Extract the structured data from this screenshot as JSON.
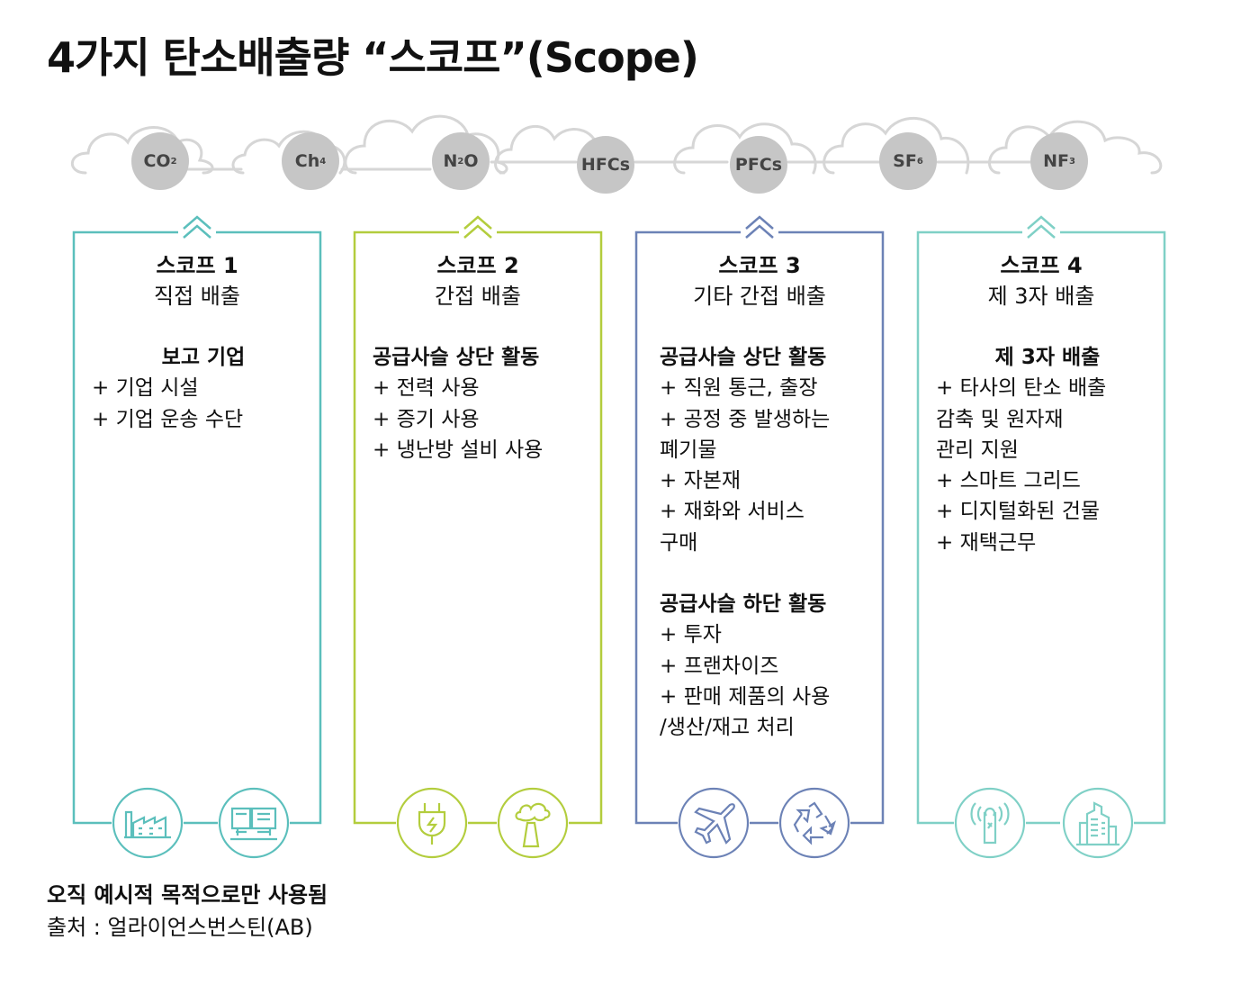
{
  "title": "4가지 탄소배출량 “스코프”(Scope)",
  "gases": [
    {
      "base": "CO",
      "sub": "2"
    },
    {
      "base": "Ch",
      "sub": "4"
    },
    {
      "base": "N",
      "sub": "2",
      "tail": "O"
    },
    {
      "base": "HFCs",
      "sub": ""
    },
    {
      "base": "PFCs",
      "sub": ""
    },
    {
      "base": "SF",
      "sub": "6"
    },
    {
      "base": "NF",
      "sub": "3"
    }
  ],
  "colors": {
    "scope1": "#5bbfbc",
    "scope2": "#b3cd3d",
    "scope3": "#6c82b6",
    "scope4": "#7fd0c6",
    "gas": "#c6c6c6",
    "cloud": "#d6d6d6"
  },
  "scopes": [
    {
      "title": "스코프 1",
      "subtitle": "직접 배출",
      "sections": [
        {
          "heading": "보고 기업",
          "lines": [
            "+ 기업 시설",
            "+ 기업 운송 수단"
          ]
        }
      ],
      "icons": [
        "factory-icon",
        "truck-icon"
      ]
    },
    {
      "title": "스코프 2",
      "subtitle": "간접 배출",
      "sections": [
        {
          "heading": "공급사슬 상단 활동",
          "lines": [
            "+ 전력 사용",
            "+ 증기 사용",
            "+ 냉난방 설비 사용"
          ]
        }
      ],
      "icons": [
        "power-plug-icon",
        "smokestack-icon"
      ]
    },
    {
      "title": "스코프 3",
      "subtitle": "기타 간접 배출",
      "sections": [
        {
          "heading": "공급사슬 상단 활동",
          "lines": [
            "+ 직원 통근, 출장",
            "+ 공정 중 발생하는",
            "폐기물",
            "+ 자본재",
            "+ 재화와 서비스",
            "구매"
          ]
        },
        {
          "heading": "공급사슬 하단 활동",
          "lines": [
            "+ 투자",
            "+ 프랜차이즈",
            "+ 판매 제품의 사용",
            "/생산/재고 처리"
          ]
        }
      ],
      "icons": [
        "airplane-icon",
        "recycle-icon"
      ]
    },
    {
      "title": "스코프 4",
      "subtitle": "제 3자 배출",
      "sections": [
        {
          "heading": "제 3자 배출",
          "lines": [
            "+ 타사의 탄소 배출",
            "감축 및 원자재",
            "관리 지원",
            "+ 스마트 그리드",
            "+ 디지털화된 건물",
            "+ 재택근무"
          ]
        }
      ],
      "icons": [
        "antenna-icon",
        "building-icon"
      ]
    }
  ],
  "footnote": {
    "line1": "오직 예시적 목적으로만 사용됨",
    "line2": "출처 : 얼라이언스번스틴(AB)"
  }
}
